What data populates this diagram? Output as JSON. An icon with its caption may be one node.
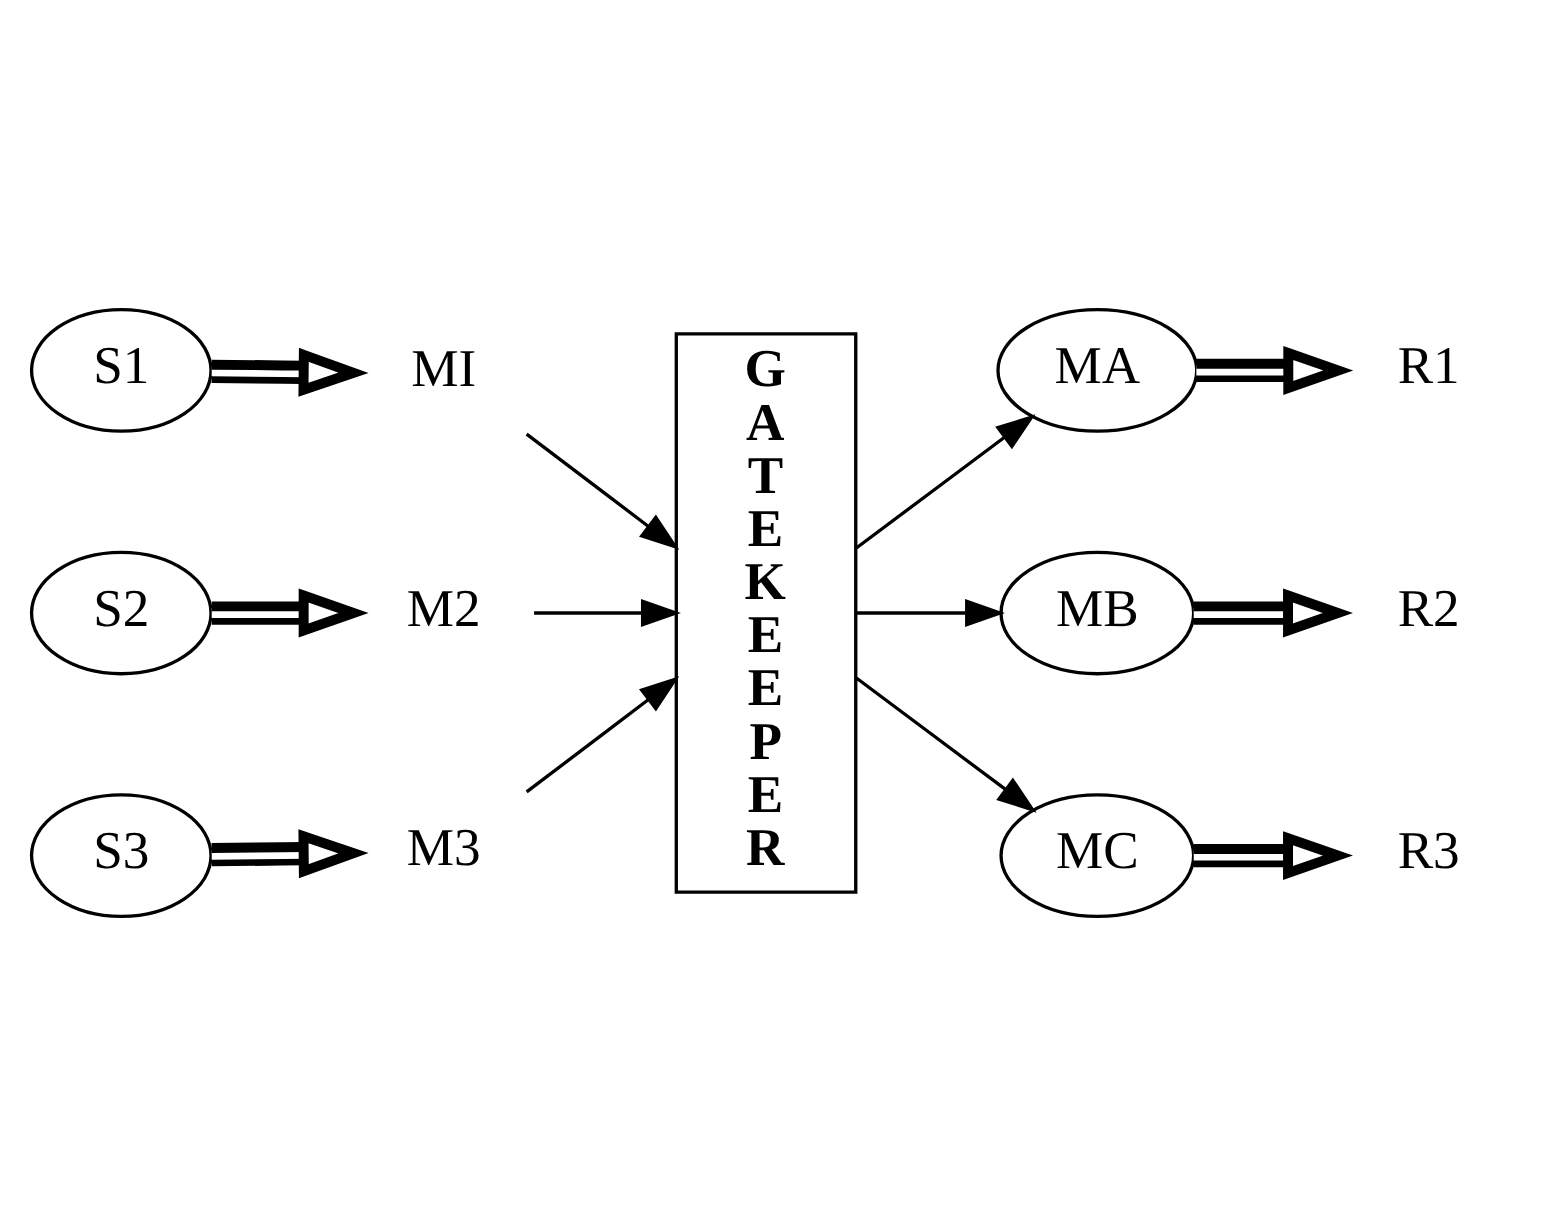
{
  "diagram": {
    "nodes": [
      {
        "text": [
          "S1"
        ]
      },
      {
        "text": [
          "MI"
        ]
      },
      {
        "text": [
          "S2"
        ]
      },
      {
        "text": [
          "M2"
        ]
      },
      {
        "text": [
          "S3"
        ]
      },
      {
        "text": [
          "M3"
        ]
      },
      {
        "text": [
          "G A T E K E E P E R"
        ]
      },
      {
        "text": [
          "MA"
        ]
      },
      {
        "text": [
          "R1"
        ]
      },
      {
        "text": [
          "MB"
        ]
      },
      {
        "text": [
          "R2"
        ]
      },
      {
        "text": [
          "MC"
        ]
      },
      {
        "text": [
          "R3"
        ]
      }
    ],
    "edges": [
      {
        "from": 0,
        "to": 1,
        "arrow": "to",
        "style": "thick"
      },
      {
        "from": 2,
        "to": 3,
        "arrow": "to",
        "style": "thick"
      },
      {
        "from": 4,
        "to": 5,
        "arrow": "to",
        "style": "thick"
      },
      {
        "from": 1,
        "to": 6,
        "arrow": "to"
      },
      {
        "from": 3,
        "to": 6,
        "arrow": "to"
      },
      {
        "from": 5,
        "to": 6,
        "arrow": "to"
      },
      {
        "from": 6,
        "to": 7,
        "arrow": "to"
      },
      {
        "from": 6,
        "to": 9,
        "arrow": "to"
      },
      {
        "from": 6,
        "to": 11,
        "arrow": "to"
      },
      {
        "from": 7,
        "to": 8,
        "arrow": "to",
        "style": "thick"
      },
      {
        "from": 9,
        "to": 10,
        "arrow": "to",
        "style": "thick"
      },
      {
        "from": 11,
        "to": 12,
        "arrow": "to",
        "style": "thick"
      }
    ]
  }
}
